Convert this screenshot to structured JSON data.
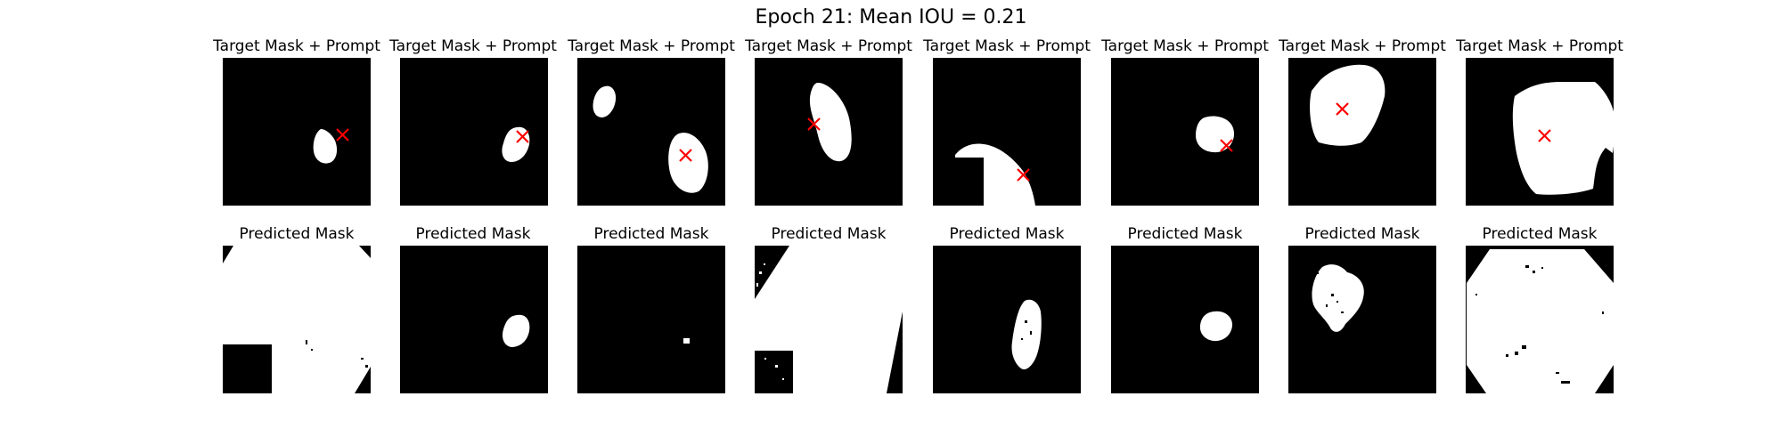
{
  "figure": {
    "title": "Epoch 21: Mean IOU = 0.21"
  },
  "rows": {
    "top_title": "Target Mask + Prompt",
    "bottom_title": "Predicted Mask"
  },
  "colors": {
    "background": "#000000",
    "mask": "#ffffff",
    "prompt_marker": "#ff0000"
  },
  "panels": {
    "count": 8,
    "marker_icon": "x-mark-icon"
  }
}
